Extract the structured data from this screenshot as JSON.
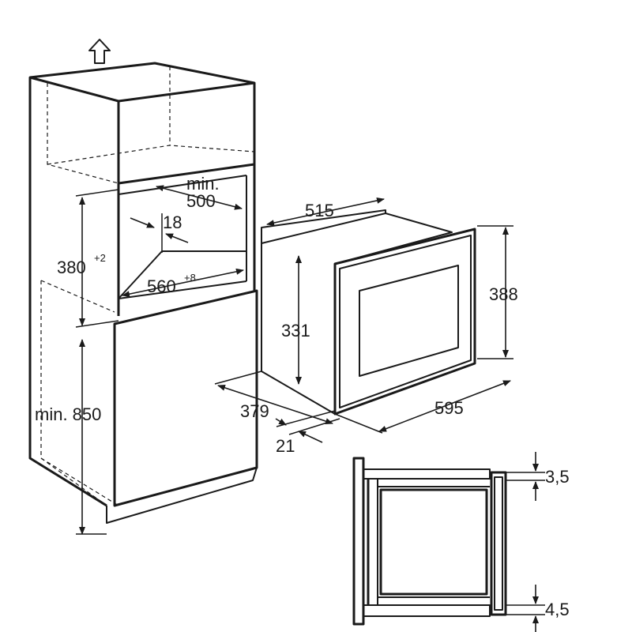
{
  "dimensions": {
    "min_height_label": "min. 850",
    "niche_height": "380",
    "niche_height_tol": "+2",
    "niche_width": "560",
    "niche_width_tol": "+8",
    "niche_depth_min_a": "min.",
    "niche_depth_min_b": "500",
    "gap": "18",
    "oven_depth_top": "515",
    "oven_height_total": "388",
    "oven_height_body": "331",
    "oven_depth_side": "379",
    "oven_width": "595",
    "front_thickness": "21",
    "detail_top": "3,5",
    "detail_bottom": "4,5"
  },
  "icons": {
    "up_arrow": "ventilation-up-arrow-icon"
  }
}
